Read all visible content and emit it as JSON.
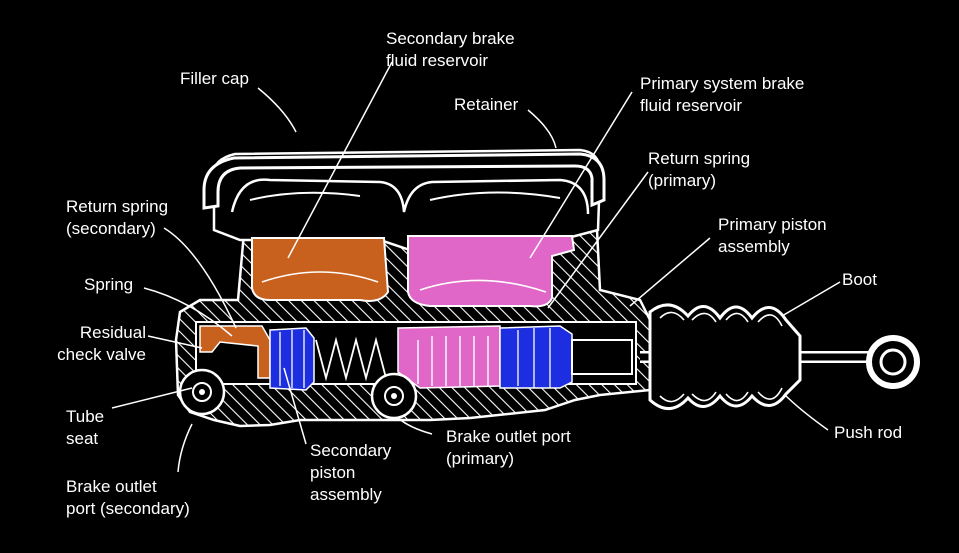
{
  "colors": {
    "background": "#000000",
    "line": "#ffffff",
    "secondary_fluid": "#c8601e",
    "primary_fluid": "#e066c8",
    "piston": "#1c2ee0"
  },
  "labels": {
    "filler_cap": "Filler cap",
    "secondary_reservoir": [
      "Secondary brake",
      "fluid reservoir"
    ],
    "retainer": "Retainer",
    "primary_reservoir": [
      "Primary system brake",
      "fluid reservoir"
    ],
    "return_spring_primary": [
      "Return spring",
      "(primary)"
    ],
    "return_spring_secondary": [
      "Return spring",
      "(secondary)"
    ],
    "primary_piston": [
      "Primary piston",
      "assembly"
    ],
    "boot": "Boot",
    "spring": "Spring",
    "residual_check_valve": [
      "Residual",
      "check valve"
    ],
    "tube_seat": [
      "Tube",
      "seat"
    ],
    "push_rod": "Push rod",
    "brake_outlet_primary": [
      "Brake outlet port",
      "(primary)"
    ],
    "secondary_piston": [
      "Secondary",
      "piston",
      "assembly"
    ],
    "brake_outlet_secondary": [
      "Brake outlet",
      "port (secondary)"
    ]
  }
}
